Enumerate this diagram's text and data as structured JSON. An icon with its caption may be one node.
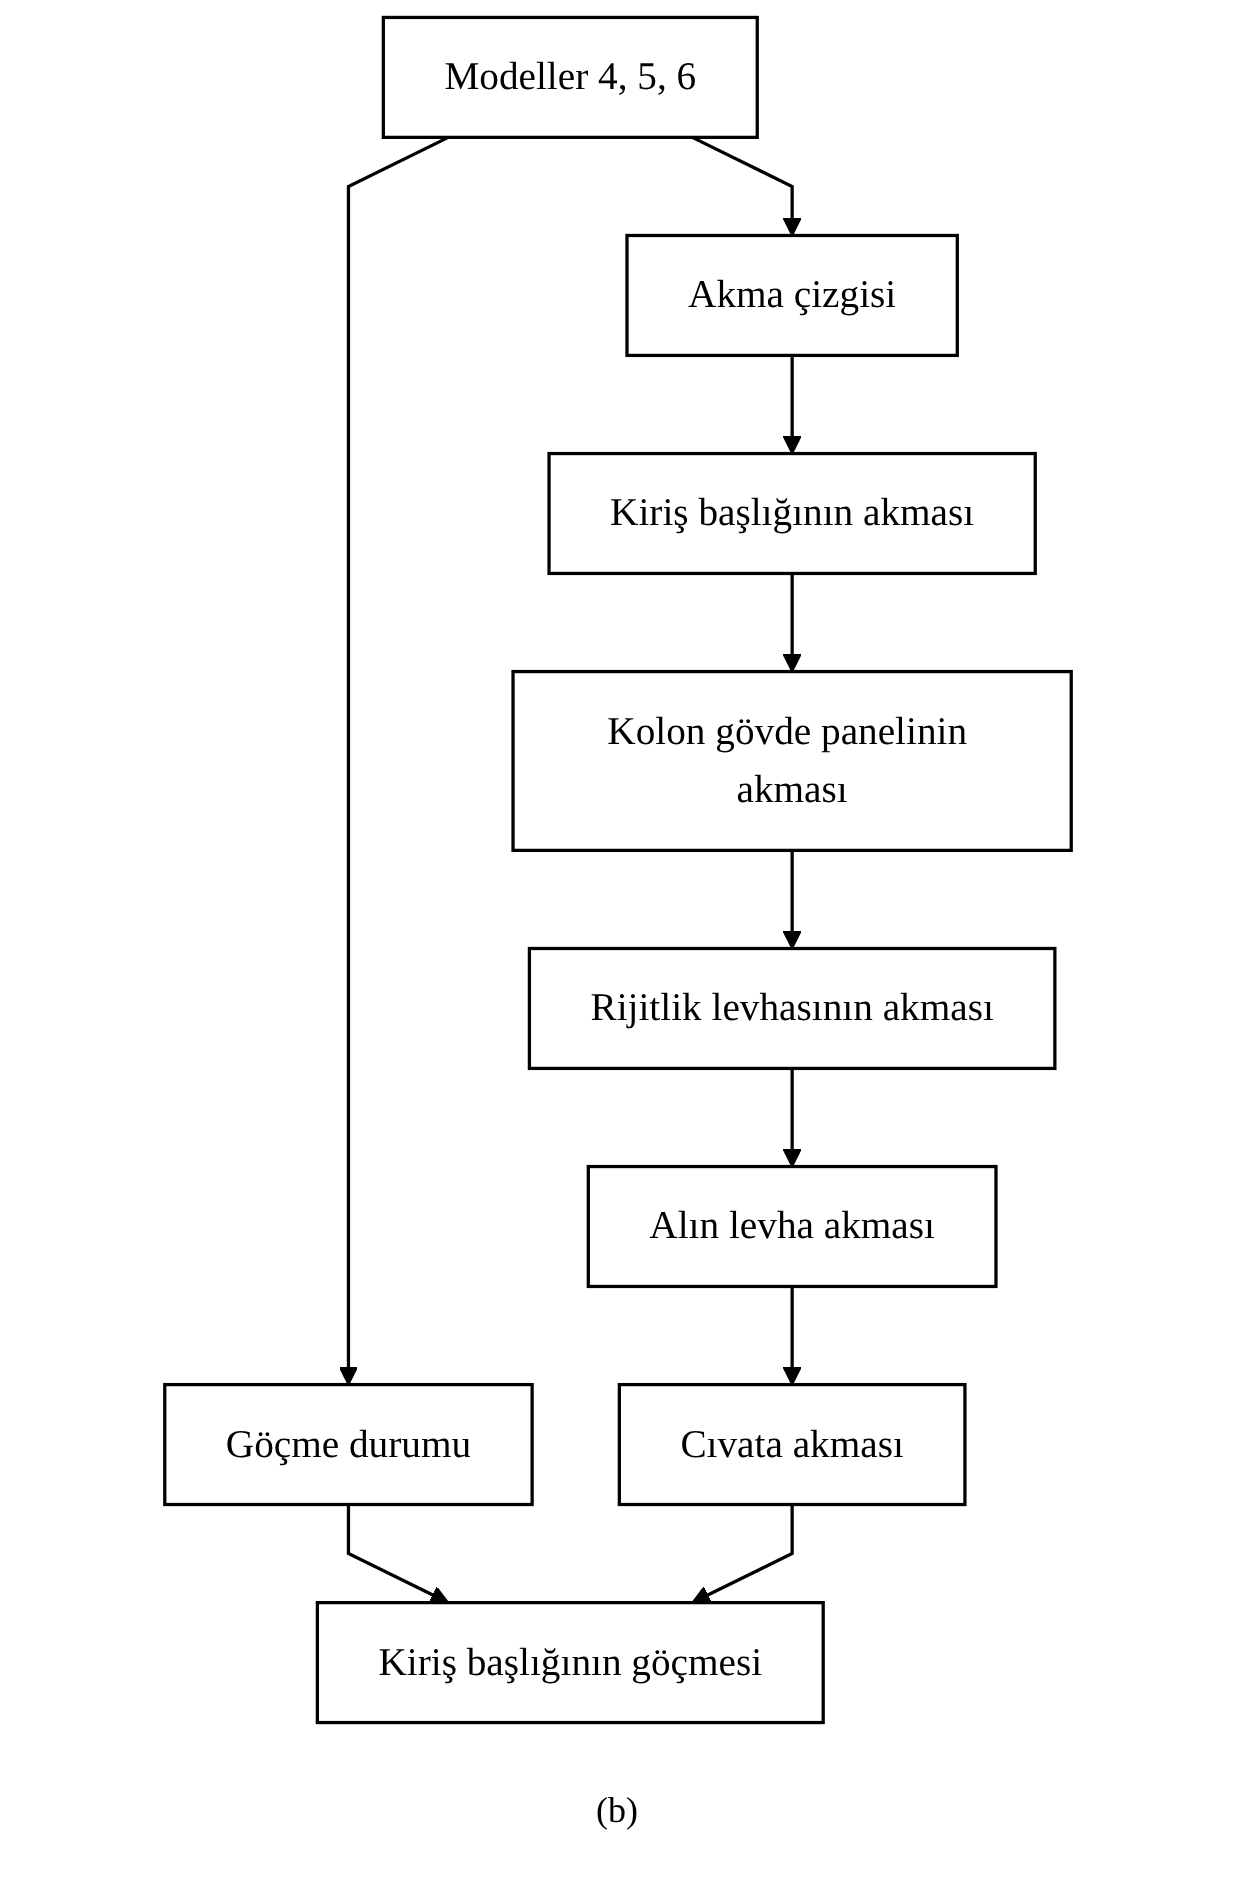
{
  "diagram": {
    "caption": "(b)",
    "nodes": [
      {
        "text": [
          "Modeller 4, 5, 6"
        ]
      },
      {
        "text": [
          "Akma çizgisi"
        ]
      },
      {
        "text": [
          "Göçme durumu"
        ]
      },
      {
        "text": [
          "Kiriş başlığının akması"
        ]
      },
      {
        "text": [
          "Kolon gövde panelinin akması"
        ]
      },
      {
        "text": [
          "Rijitlik levhasının akması"
        ]
      },
      {
        "text": [
          "Alın levha akması"
        ]
      },
      {
        "text": [
          "Cıvata akması"
        ]
      },
      {
        "text": [
          "Kiriş başlığının göçmesi"
        ]
      }
    ],
    "edges": [
      {
        "from": 0,
        "to": 1,
        "arrow": "to"
      },
      {
        "from": 0,
        "to": 2,
        "arrow": "to"
      },
      {
        "from": 1,
        "to": 3,
        "arrow": "to"
      },
      {
        "from": 3,
        "to": 4,
        "arrow": "to"
      },
      {
        "from": 4,
        "to": 5,
        "arrow": "to"
      },
      {
        "from": 5,
        "to": 6,
        "arrow": "to"
      },
      {
        "from": 6,
        "to": 7,
        "arrow": "to"
      },
      {
        "from": 2,
        "to": 8,
        "arrow": "to"
      },
      {
        "from": 7,
        "to": 8,
        "arrow": "to"
      }
    ]
  }
}
